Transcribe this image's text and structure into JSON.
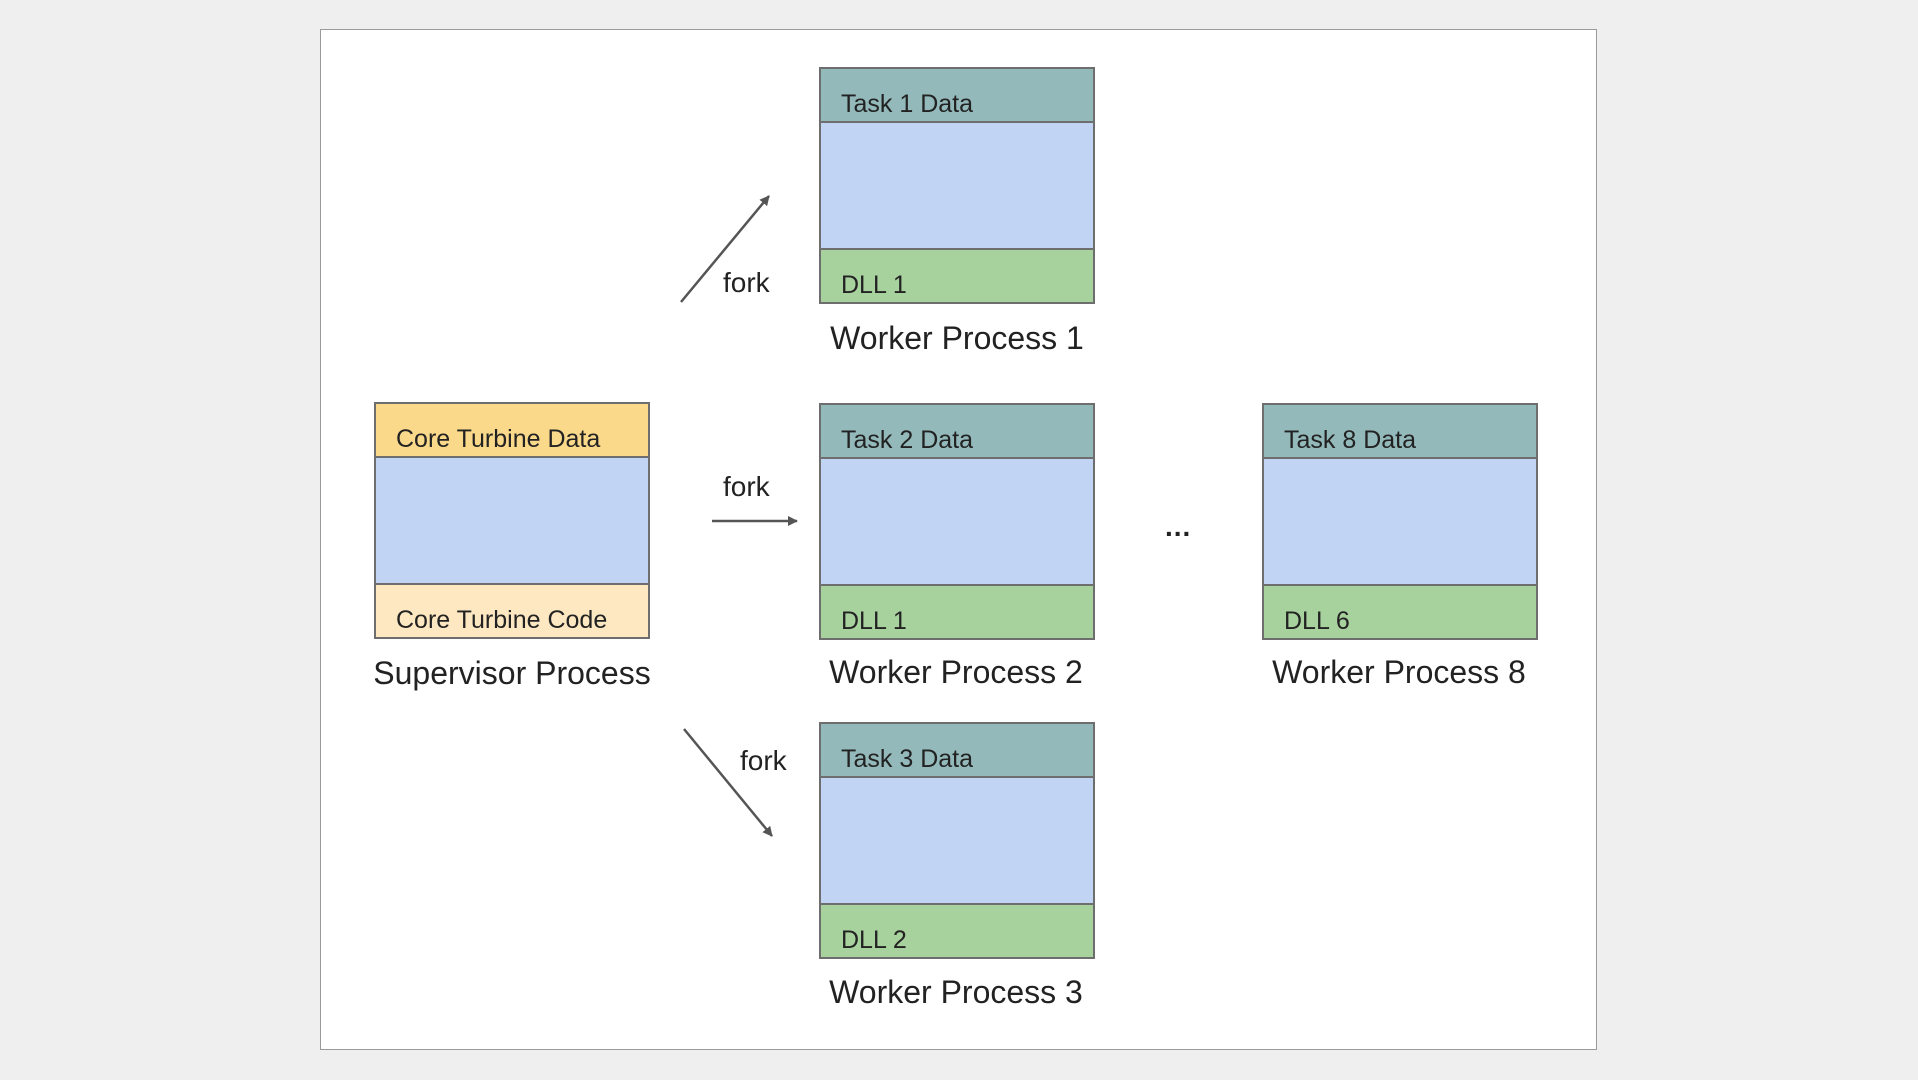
{
  "supervisor": {
    "top_label": "Core Turbine Data",
    "bottom_label": "Core Turbine Code",
    "caption": "Supervisor Process"
  },
  "workers": [
    {
      "top_label": "Task 1 Data",
      "bottom_label": "DLL 1",
      "caption": "Worker Process 1"
    },
    {
      "top_label": "Task 2 Data",
      "bottom_label": "DLL 1",
      "caption": "Worker Process 2"
    },
    {
      "top_label": "Task 3 Data",
      "bottom_label": "DLL 2",
      "caption": "Worker Process 3"
    },
    {
      "top_label": "Task 8 Data",
      "bottom_label": "DLL 6",
      "caption": "Worker Process 8"
    }
  ],
  "arrows": [
    {
      "label": "fork"
    },
    {
      "label": "fork"
    },
    {
      "label": "fork"
    }
  ],
  "ellipsis": "...",
  "colors": {
    "task_data": "#93b9ba",
    "memory": "#c1d4f4",
    "dll": "#a7d19d",
    "core_data": "#fbd98b",
    "core_code": "#fde8c2",
    "border": "#6e6e6e",
    "arrow": "#555555"
  }
}
